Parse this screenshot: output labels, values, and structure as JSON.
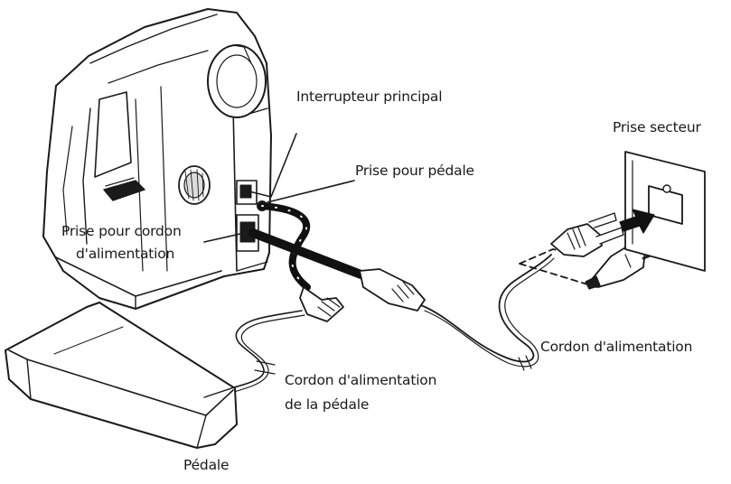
{
  "labels": {
    "main_switch": "Interrupteur principal",
    "wall_outlet": "Prise secteur",
    "pedal_jack": "Prise pour pédale",
    "power_cord_jack_line1": "Prise pour cordon",
    "power_cord_jack_line2": "d'alimentation",
    "power_cord": "Cordon d'alimentation",
    "pedal_cord_line1": "Cordon d'alimentation",
    "pedal_cord_line2": "de la pédale",
    "pedal": "Pédale"
  },
  "colors": {
    "line": "#1a1a1a",
    "fill": "#ffffff",
    "light_shade": "#dcdcdc",
    "cable_dark": "#111111"
  }
}
